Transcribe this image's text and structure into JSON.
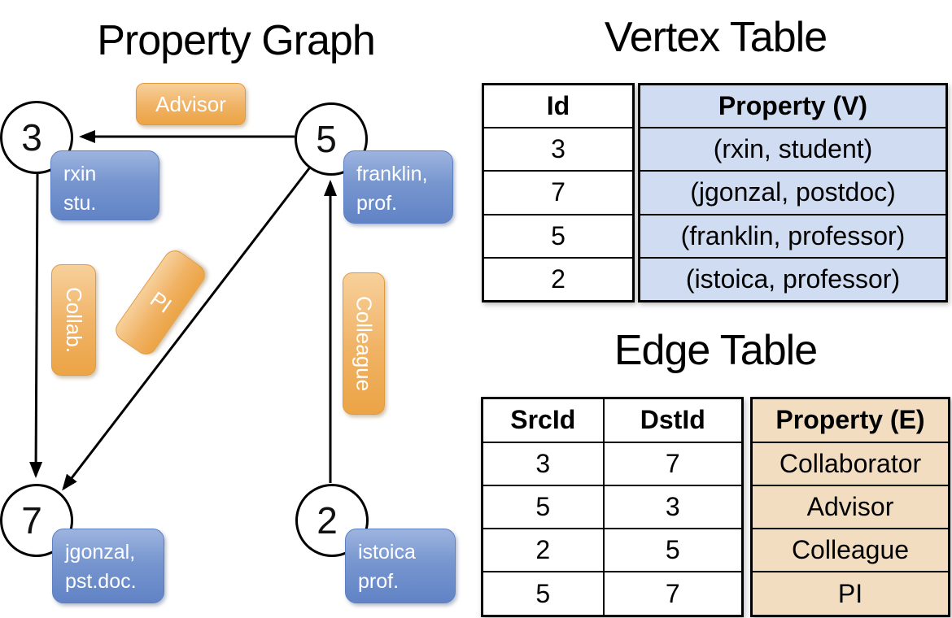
{
  "colors": {
    "edge_pill_orange": "#eca445",
    "vertex_box_blue": "#6f92cc",
    "vertex_table_cell": "#cfdcf1",
    "edge_table_cell": "#f3ddc1",
    "line_black": "#000000"
  },
  "graph": {
    "title": "Property Graph",
    "nodes": [
      {
        "id": "3",
        "label_line1": "rxin",
        "label_line2": "stu."
      },
      {
        "id": "5",
        "label_line1": "franklin,",
        "label_line2": "prof."
      },
      {
        "id": "7",
        "label_line1": "jgonzal,",
        "label_line2": "pst.doc."
      },
      {
        "id": "2",
        "label_line1": "istoica",
        "label_line2": "prof."
      }
    ],
    "edge_labels": {
      "advisor": "Advisor",
      "collab": "Collab.",
      "pi": "PI",
      "colleague": "Colleague"
    }
  },
  "vertex_table": {
    "title": "Vertex Table",
    "headers": {
      "id": "Id",
      "property": "Property (V)"
    },
    "rows": [
      {
        "id": "3",
        "property": "(rxin, student)"
      },
      {
        "id": "7",
        "property": "(jgonzal, postdoc)"
      },
      {
        "id": "5",
        "property": "(franklin, professor)"
      },
      {
        "id": "2",
        "property": "(istoica, professor)"
      }
    ]
  },
  "edge_table": {
    "title": "Edge Table",
    "headers": {
      "src": "SrcId",
      "dst": "DstId",
      "property": "Property (E)"
    },
    "rows": [
      {
        "src": "3",
        "dst": "7",
        "property": "Collaborator"
      },
      {
        "src": "5",
        "dst": "3",
        "property": "Advisor"
      },
      {
        "src": "2",
        "dst": "5",
        "property": "Colleague"
      },
      {
        "src": "5",
        "dst": "7",
        "property": "PI"
      }
    ]
  }
}
